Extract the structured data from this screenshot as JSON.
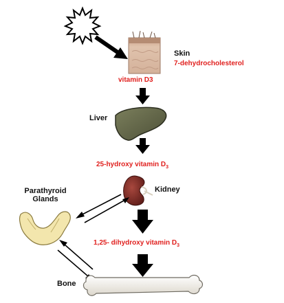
{
  "labels": {
    "skin": "Skin",
    "dehydro": "7-dehydrocholesterol",
    "vitd3": "vitamin D3",
    "liver": "Liver",
    "hydroxy_main": "25-hydroxy vitamin D",
    "hydroxy_sub": "3",
    "kidney": "Kidney",
    "parathyroid_line1": "Parathyroid",
    "parathyroid_line2": "Glands",
    "dihydroxy_main": "1,25- dihydroxy vitamin D",
    "dihydroxy_sub": "3",
    "bone": "Bone"
  },
  "colors": {
    "text_red": "#e0201e",
    "text_dark": "#111111",
    "arrow": "#000000",
    "liver": "#5e6146",
    "kidney": "#7a2a24",
    "parathyroid": "#f3e6ad",
    "bone": "#f4f1ea",
    "skin": "#d8b7a0"
  },
  "icons": [
    "sun-icon",
    "skin-icon",
    "liver-icon",
    "kidney-icon",
    "parathyroid-icon",
    "bone-icon"
  ]
}
